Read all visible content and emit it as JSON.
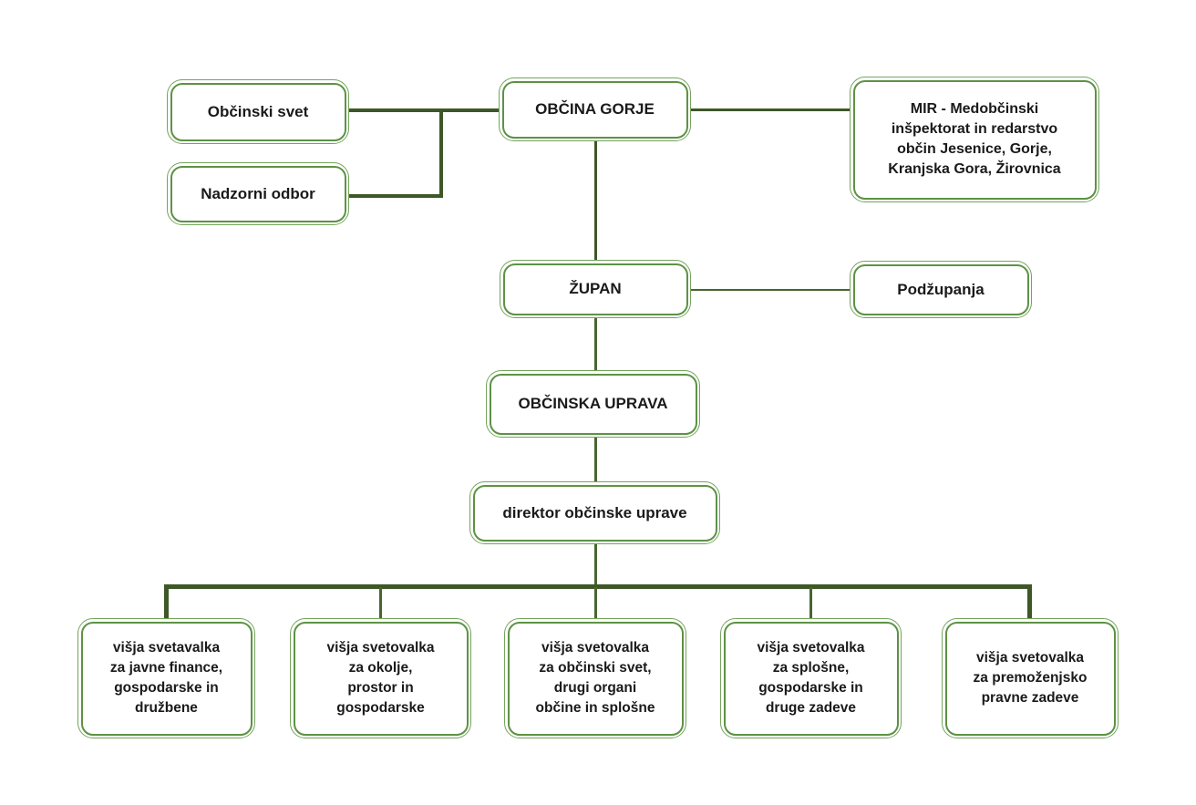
{
  "colors": {
    "border_green": "#5d9245",
    "border_green_outer": "#74a45c",
    "connector_green": "#3e5727",
    "connector_green_thin": "#47662f",
    "text": "#1a1a1a",
    "background": "#ffffff"
  },
  "nodes": {
    "obcinski_svet": {
      "label": "Občinski svet"
    },
    "nadzorni_odbor": {
      "label": "Nadzorni odbor"
    },
    "obcina_gorje": {
      "label": "OBČINA GORJE"
    },
    "mir": {
      "label": "MIR - Medobčinski\ninšpektorat in redarstvo\nobčin Jesenice, Gorje,\nKranjska Gora, Žirovnica"
    },
    "zupan": {
      "label": "ŽUPAN"
    },
    "podzupanja": {
      "label": "Podžupanja"
    },
    "obcinska_uprava": {
      "label": "OBČINSKA UPRAVA"
    },
    "direktor": {
      "label": "direktor občinske uprave"
    },
    "svetovalke": [
      {
        "label": "višja svetavalka\nza javne finance,\ngospodarske in\ndružbene"
      },
      {
        "label": "višja svetovalka\nza okolje,\nprostor in\ngospodarske"
      },
      {
        "label": "višja svetovalka\nza občinski svet,\ndrugi organi\nobčine in splošne"
      },
      {
        "label": "višja svetovalka\nza splošne,\ngospodarske in\ndruge zadeve"
      },
      {
        "label": "višja svetovalka\nza premoženjsko\npravne zadeve"
      }
    ]
  }
}
